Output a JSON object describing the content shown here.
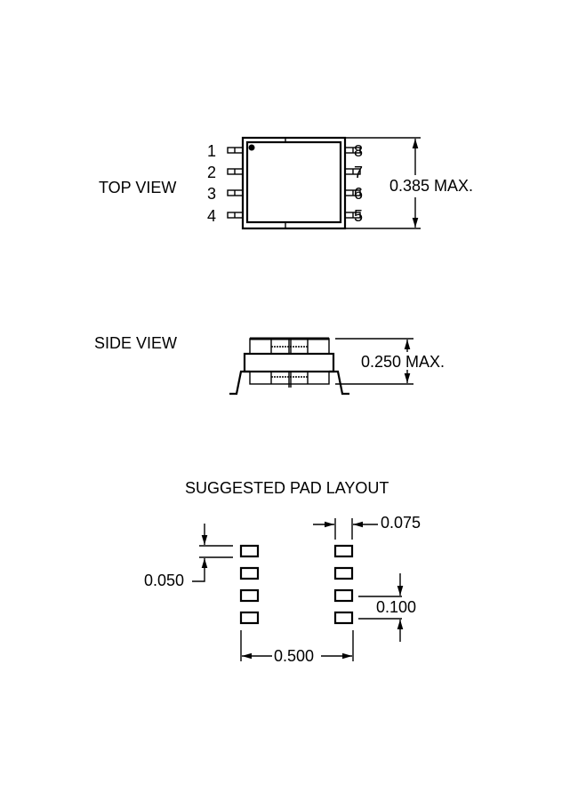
{
  "top_view": {
    "label": "TOP VIEW",
    "pins_left": [
      "1",
      "2",
      "3",
      "4"
    ],
    "pins_right": [
      "8",
      "7",
      "6",
      "5"
    ],
    "dimension": "0.385 MAX."
  },
  "side_view": {
    "label": "SIDE VIEW",
    "dimension": "0.250 MAX."
  },
  "pad_layout": {
    "label": "SUGGESTED PAD LAYOUT",
    "pad_height": "0.050",
    "pad_width": "0.075",
    "pitch": "0.100",
    "row_spacing": "0.500"
  }
}
